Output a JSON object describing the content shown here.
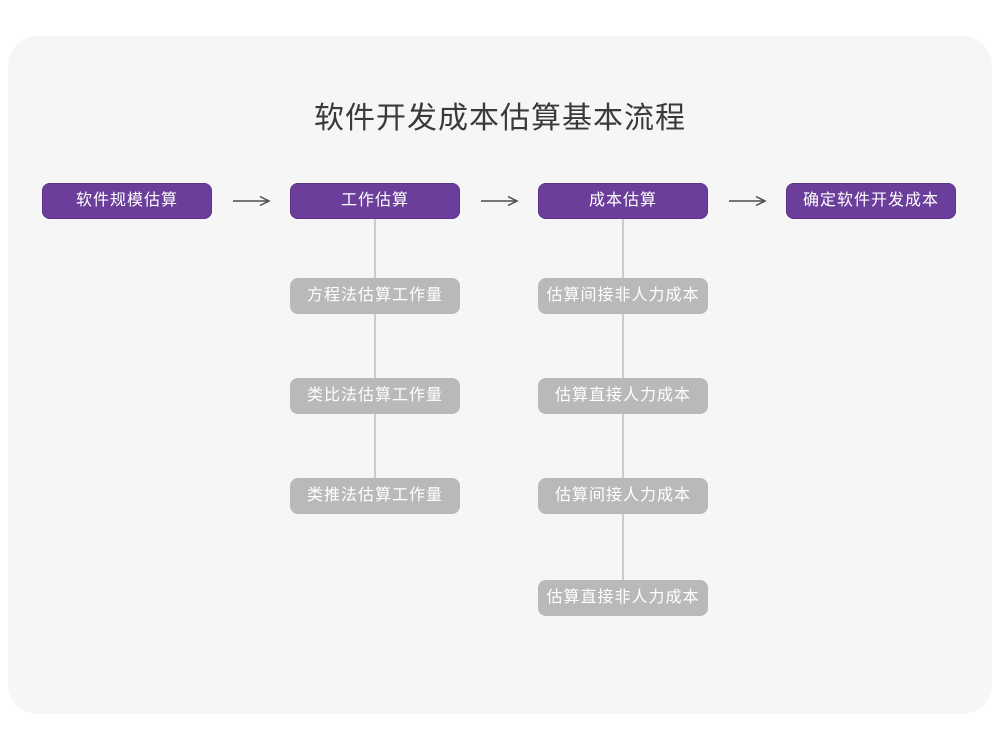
{
  "title": "软件开发成本估算基本流程",
  "flow": {
    "main_steps": {
      "scale": "软件规模估算",
      "work": "工作估算",
      "cost": "成本估算",
      "final": "确定软件开发成本"
    },
    "work_sub_steps": [
      "方程法估算工作量",
      "类比法估算工作量",
      "类推法估算工作量"
    ],
    "cost_sub_steps": [
      "估算间接非人力成本",
      "估算直接人力成本",
      "估算间接人力成本",
      "估算直接非人力成本"
    ]
  },
  "colors": {
    "main_node": "#6b3e9b",
    "sub_node": "#b9b9b9",
    "node_text": "#ffffff",
    "connector_line": "#cccccc",
    "arrow": "#4d4d4d",
    "card_background": "#f6f6f6",
    "page_background": "#ffffff",
    "title_text": "#3a3a3a"
  }
}
